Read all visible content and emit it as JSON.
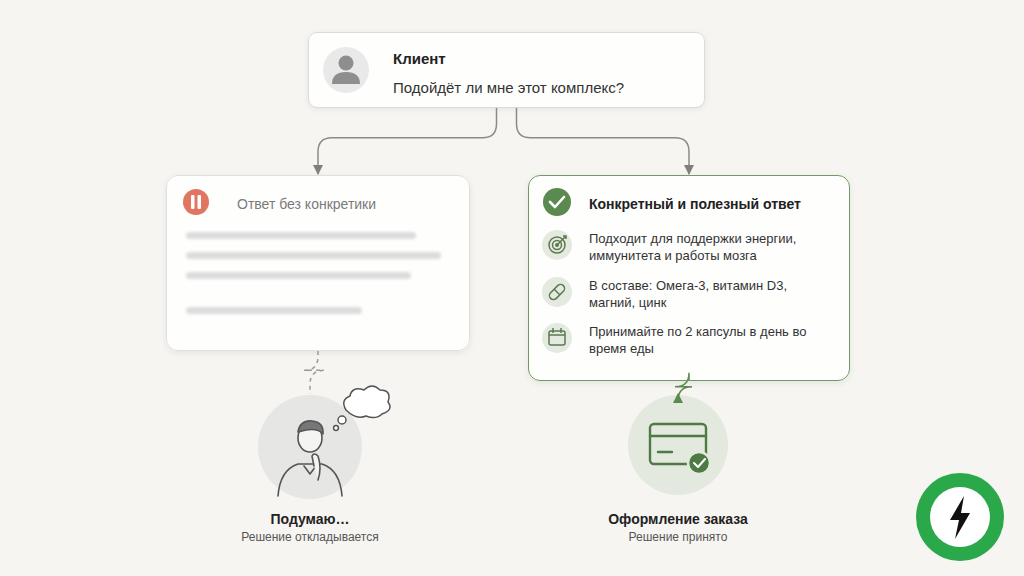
{
  "diagram": {
    "nodes": [
      {
        "text": [
          "Клиент",
          "Подойдёт ли мне этот комплекс?"
        ]
      },
      {
        "text": [
          "Ответ без конкретики"
        ]
      },
      {
        "text": [
          "Конкретный и полезный ответ",
          "Подходит для поддержки энергии, иммунитета и работы мозга",
          "В составе: Омега-3, витамин D3, магний, цинк",
          "Принимайте по 2 капсулы в день во время еды"
        ]
      },
      {
        "text": [
          "Подумаю…",
          "Решение откладывается"
        ]
      },
      {
        "text": [
          "Оформление заказа",
          "Решение принято"
        ]
      }
    ],
    "edges": [
      {
        "from": 0,
        "to": 1,
        "arrow": "to"
      },
      {
        "from": 0,
        "to": 2,
        "arrow": "to"
      },
      {
        "from": 1,
        "to": 3,
        "arrow": "none"
      },
      {
        "from": 2,
        "to": 4,
        "arrow": "to"
      }
    ]
  }
}
